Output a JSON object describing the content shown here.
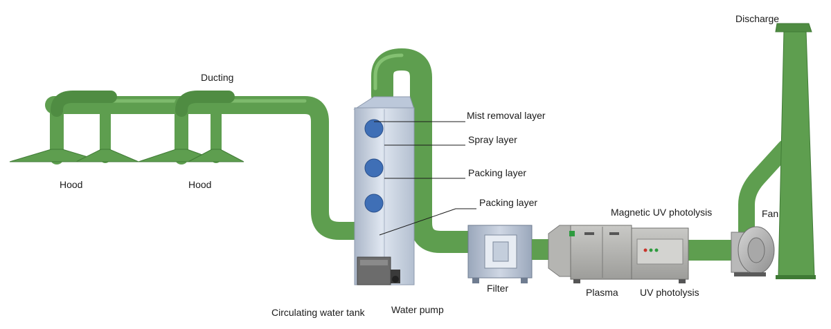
{
  "labels": {
    "ducting": "Ducting",
    "hood_1": "Hood",
    "hood_2": "Hood",
    "mist_removal": "Mist removal layer",
    "spray": "Spray layer",
    "packing_1": "Packing layer",
    "packing_2": "Packing layer",
    "circulating_tank": "Circulating water tank",
    "water_pump": "Water pump",
    "filter": "Filter",
    "plasma": "Plasma",
    "magnetic_uv": "Magnetic UV photolysis",
    "uv_photolysis": "UV photolysis",
    "fan": "Fan",
    "discharge": "Discharge"
  },
  "colors": {
    "duct_green": "#5e9e4f",
    "duct_dark": "#3f7a35",
    "tower": "#c9d3e2",
    "window": "#3f6fb6",
    "equipment_gray": "#a9a9a6"
  }
}
